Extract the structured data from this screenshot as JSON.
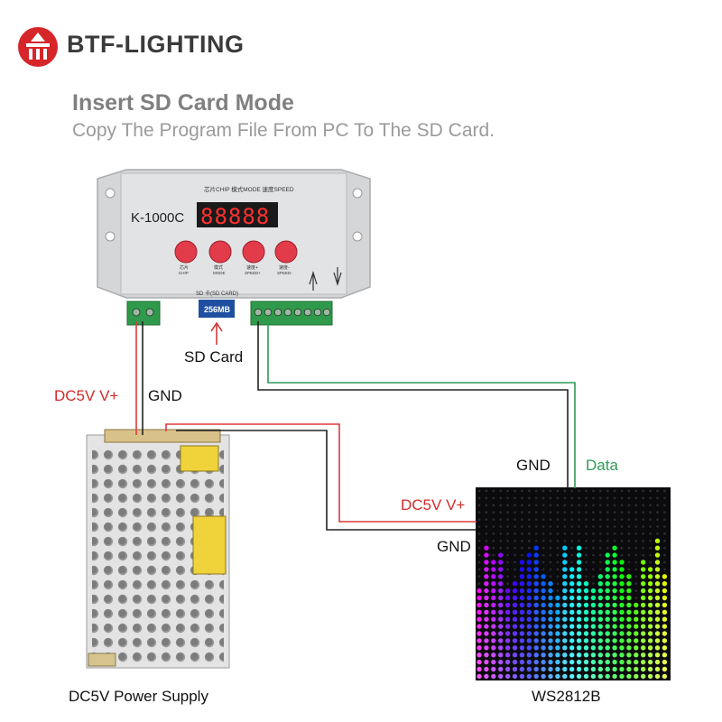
{
  "brand": {
    "name": "BTF-LIGHTING"
  },
  "heading": {
    "title": "Insert SD Card Mode",
    "subtitle": "Copy The Program File From PC To The SD Card."
  },
  "controller": {
    "model": "K-1000C",
    "top_labels": "芯片CHIP  模式MODE  速度SPEED",
    "display": "88888",
    "buttons": [
      {
        "label": "芯片",
        "sub": "CHIP"
      },
      {
        "label": "模式",
        "sub": "MODE"
      },
      {
        "label": "速度+",
        "sub": "SPEED+"
      },
      {
        "label": "速度-",
        "sub": "SPEED-"
      }
    ],
    "sd_slot_label": "SD 卡(SD CARD)",
    "sd_card_capacity": "256MB"
  },
  "labels": {
    "sd_card": "SD Card",
    "dc5v_left": "DC5V V+",
    "gnd_left": "GND",
    "gnd_top": "GND",
    "data": "Data",
    "dc5v_right": "DC5V V+",
    "gnd_right": "GND",
    "power_supply": "DC5V Power Supply",
    "matrix": "WS2812B"
  },
  "colors": {
    "brand_red": "#d6262a",
    "wire_red": "#e03a3a",
    "wire_black": "#222222",
    "wire_green": "#2e9a55",
    "terminal_green": "#2f9a4b"
  }
}
